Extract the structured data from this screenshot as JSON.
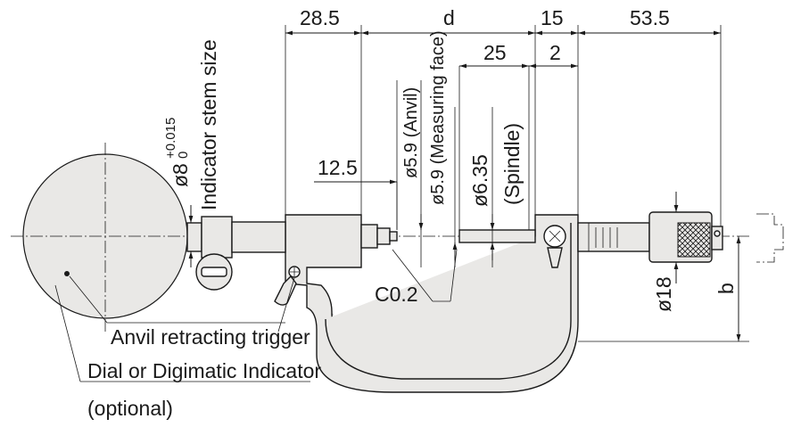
{
  "dimensions": {
    "d285": "28.5",
    "d": "d",
    "d15": "15",
    "d535": "53.5",
    "d25": "25",
    "d2": "2",
    "d125": "12.5",
    "anvil_dia": "ø5.9 (Anvil)",
    "face_dia": "ø5.9 (Measuring face)",
    "spindle_dia": "ø6.35",
    "spindle_word": "(Spindle)",
    "stem_dia": "ø8",
    "stem_tol_plus": "+0.015",
    "stem_tol_zero": "0",
    "chamfer": "C0.2",
    "thimble_dia": "ø18",
    "b": "b"
  },
  "labels": {
    "indicator_stem": "Indicator stem size",
    "anvil_trigger": "Anvil retracting trigger",
    "dial_indicator": "Dial or Digimatic Indicator",
    "optional": "(optional)"
  }
}
